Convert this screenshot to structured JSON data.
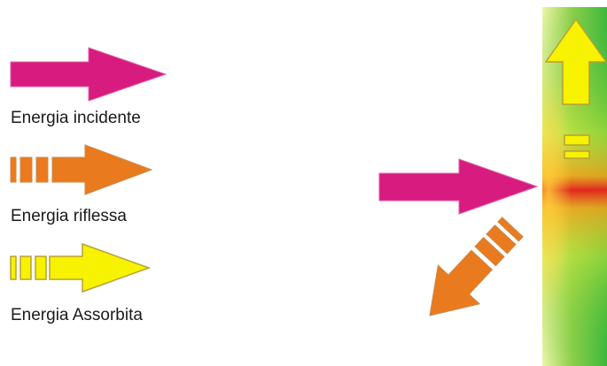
{
  "legend": {
    "incident_label": "Energia incidente",
    "reflected_label": "Energia riflessa",
    "absorbed_label": "Energia Assorbita"
  },
  "colors": {
    "incident": "#d81b7e",
    "reflected": "#ea7a1e",
    "absorbed": "#f7f200",
    "wall_green": "#3cb83c",
    "wall_red": "#e0281e",
    "outline": "#b8a038"
  }
}
